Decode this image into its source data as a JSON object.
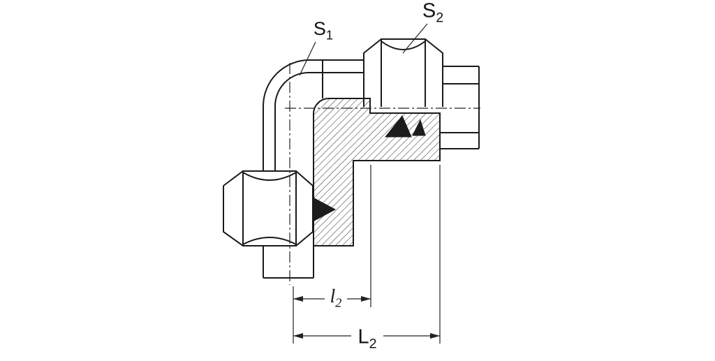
{
  "figure": {
    "type": "technical-drawing",
    "description": "Half-section drawing of a 90-degree elbow tube fitting with two hex union nuts, cutting rings, centerlines and dimension lines",
    "labels": {
      "s1": {
        "base": "S",
        "sub": "1"
      },
      "s2": {
        "base": "S",
        "sub": "2"
      },
      "l2": {
        "base": "l",
        "sub": "2"
      },
      "L2": {
        "base": "L",
        "sub": "2"
      }
    },
    "colors": {
      "line": "#1a1a1a",
      "background": "#ffffff",
      "hatch": "#3a3a3a",
      "ferrule": "#1c1c1c"
    }
  }
}
